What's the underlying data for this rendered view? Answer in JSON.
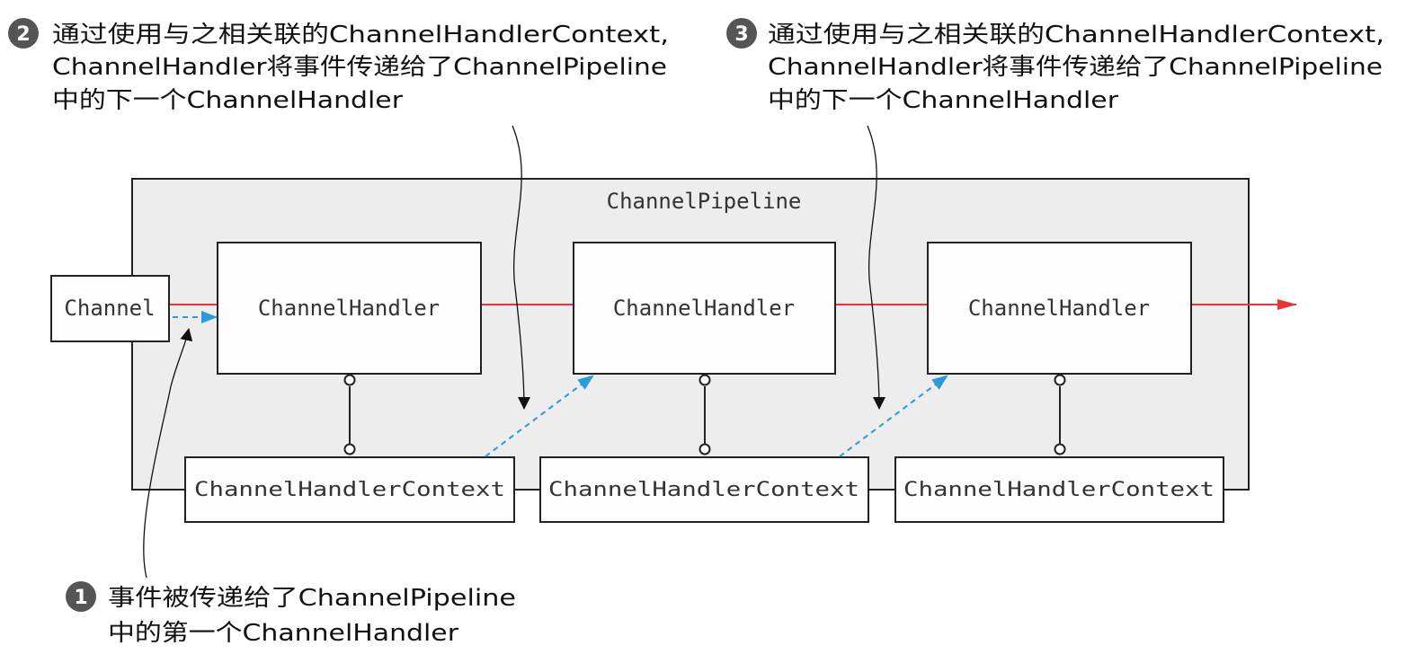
{
  "pipeline": {
    "label": "ChannelPipeline"
  },
  "channel": {
    "label": "Channel"
  },
  "handlers": [
    {
      "label": "ChannelHandler"
    },
    {
      "label": "ChannelHandler"
    },
    {
      "label": "ChannelHandler"
    }
  ],
  "contexts": [
    {
      "label": "ChannelHandlerContext"
    },
    {
      "label": "ChannelHandlerContext"
    },
    {
      "label": "ChannelHandlerContext"
    }
  ],
  "annotations": {
    "note1": {
      "number": "1",
      "lines": [
        "事件被传递给了ChannelPipeline",
        "中的第一个ChannelHandler"
      ]
    },
    "note2": {
      "number": "2",
      "lines": [
        "通过使用与之相关联的ChannelHandlerContext,",
        "ChannelHandler将事件传递给了ChannelPipeline",
        "中的下一个ChannelHandler"
      ]
    },
    "note3": {
      "number": "3",
      "lines": [
        "通过使用与之相关联的ChannelHandlerContext,",
        "ChannelHandler将事件传递给了ChannelPipeline",
        "中的下一个ChannelHandler"
      ]
    }
  },
  "colors": {
    "pipeline_fill": "#ecedec",
    "box_fill": "#fdfdfd",
    "event_line": "#e8353a",
    "context_arrow": "#2a9ad8",
    "badge_fill": "#555555"
  }
}
